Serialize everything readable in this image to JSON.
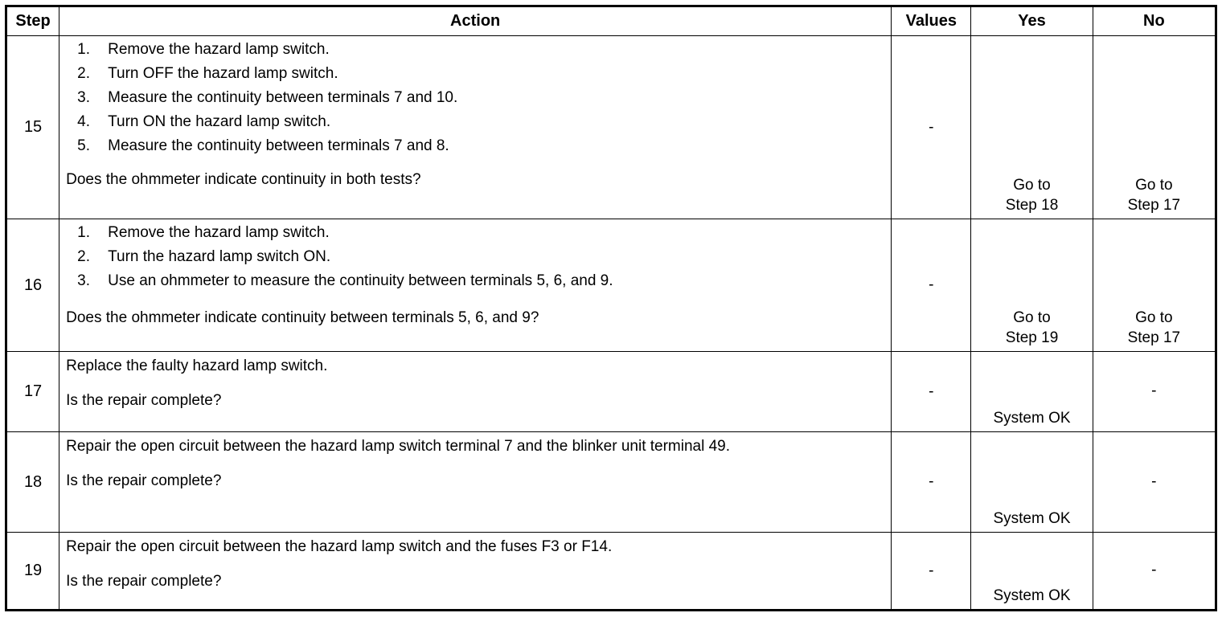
{
  "table": {
    "headers": {
      "step": "Step",
      "action": "Action",
      "values": "Values",
      "yes": "Yes",
      "no": "No"
    },
    "rows": [
      {
        "step": "15",
        "numbered": [
          "Remove the hazard lamp switch.",
          "Turn OFF the hazard lamp switch.",
          "Measure the continuity between terminals 7 and 10.",
          "Turn ON the hazard lamp switch.",
          "Measure the continuity between terminals 7 and 8."
        ],
        "question": "Does the ohmmeter indicate continuity in both tests?",
        "values": "-",
        "yes_line1": "Go to",
        "yes_line2": "Step 18",
        "no_line1": "Go to",
        "no_line2": "Step 17"
      },
      {
        "step": "16",
        "numbered": [
          "Remove the hazard lamp switch.",
          "Turn the hazard lamp switch ON.",
          "Use an ohmmeter to measure the continuity between terminals 5, 6, and 9."
        ],
        "question": "Does the ohmmeter indicate continuity between terminals 5, 6, and 9?",
        "values": "-",
        "yes_line1": "Go to",
        "yes_line2": "Step 19",
        "no_line1": "Go to",
        "no_line2": "Step 17"
      },
      {
        "step": "17",
        "statement": "Replace the faulty hazard lamp switch.",
        "question": "Is the repair complete?",
        "values": "-",
        "yes_line1": "",
        "yes_line2": "System OK",
        "no_line1": "-",
        "no_line2": ""
      },
      {
        "step": "18",
        "statement": "Repair the open circuit between the hazard lamp switch terminal 7 and the blinker unit terminal 49.",
        "question": "Is the repair complete?",
        "values": "-",
        "yes_line1": "",
        "yes_line2": "System OK",
        "no_line1": "-",
        "no_line2": ""
      },
      {
        "step": "19",
        "statement": "Repair the open circuit between the hazard lamp switch and the fuses F3 or F14.",
        "question": "Is the repair complete?",
        "values": "-",
        "yes_line1": "",
        "yes_line2": "System OK",
        "no_line1": "-",
        "no_line2": ""
      }
    ]
  }
}
